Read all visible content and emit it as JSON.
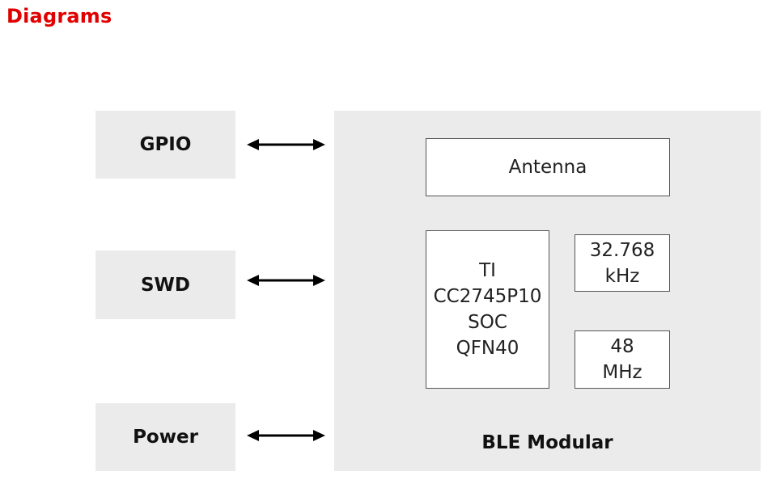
{
  "title": "Diagrams",
  "interfaces": {
    "gpio": "GPIO",
    "swd": "SWD",
    "power": "Power"
  },
  "module": {
    "label": "BLE Modular",
    "antenna": "Antenna",
    "soc": [
      "TI",
      "CC2745P10",
      "SOC",
      "QFN40"
    ],
    "crystal_32k": [
      "32.768",
      "kHz"
    ],
    "crystal_48m": [
      "48",
      "MHz"
    ]
  },
  "colors": {
    "title": "#e00000",
    "block_fill": "#ebebeb",
    "box_fill": "#ffffff",
    "arrow": "#000000"
  }
}
